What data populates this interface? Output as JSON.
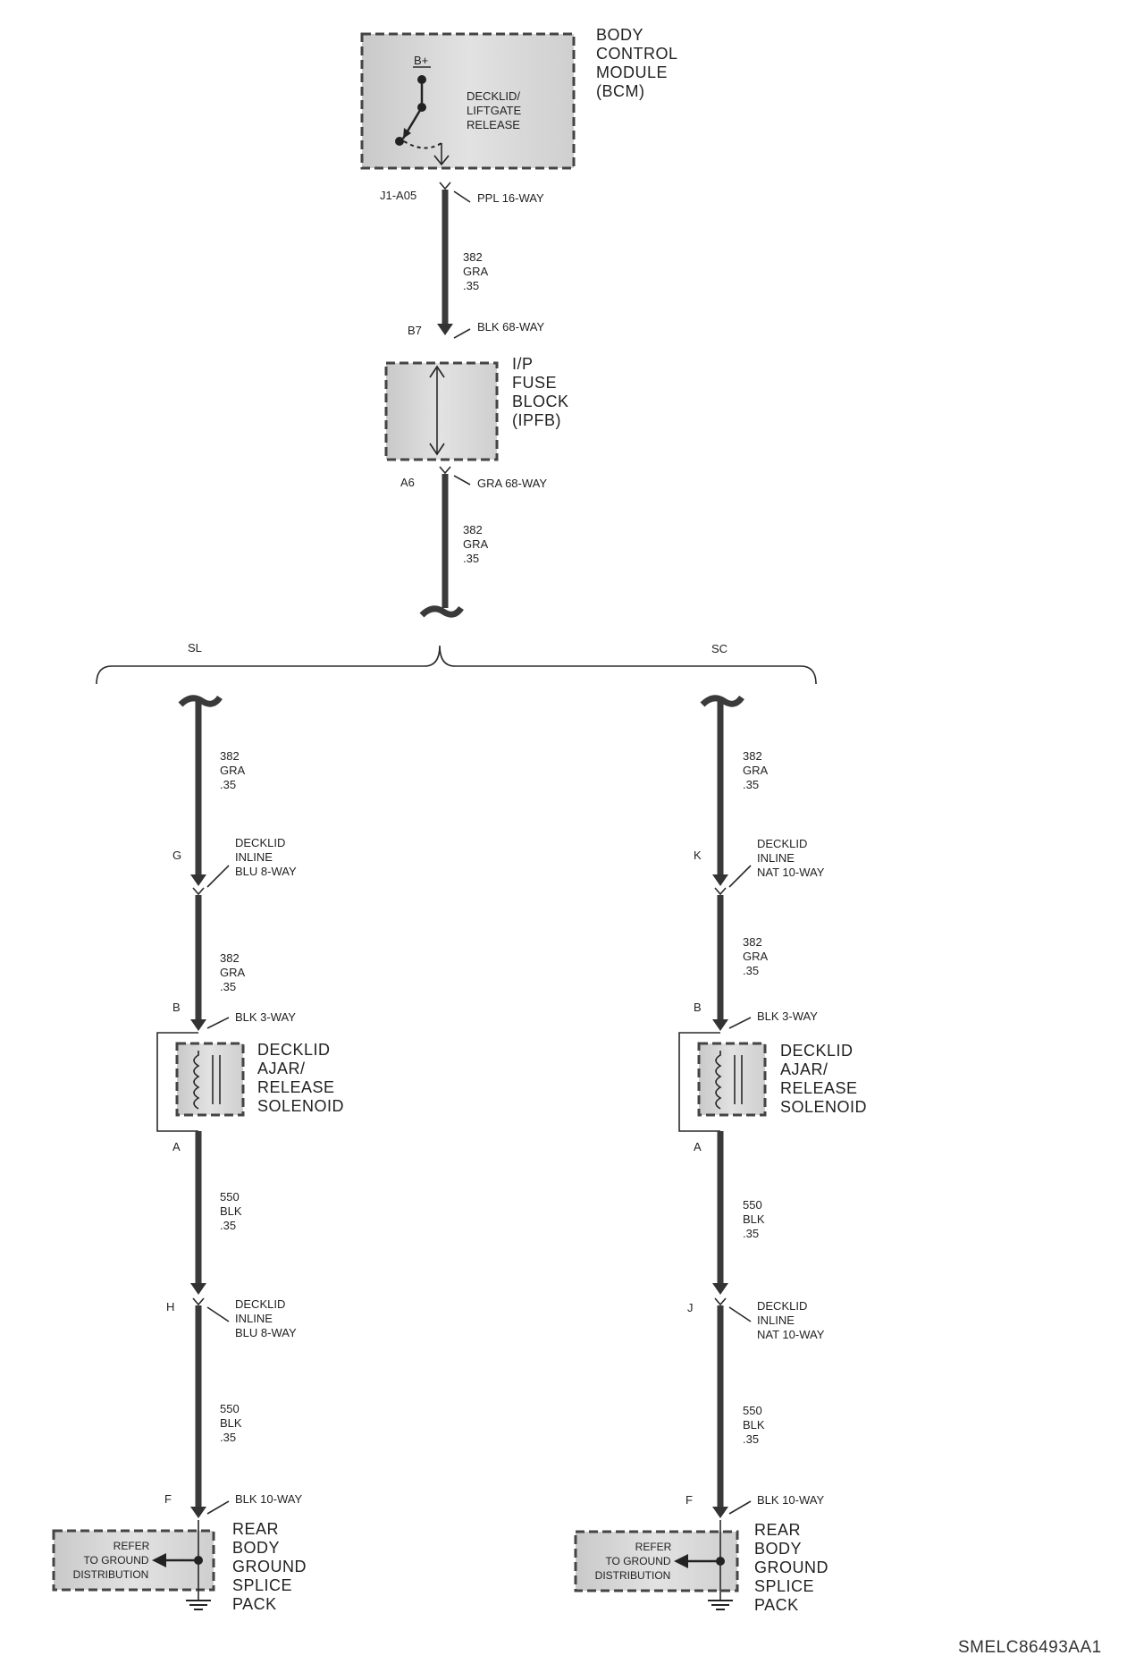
{
  "bcm": {
    "title_lines": [
      "BODY",
      "CONTROL",
      "MODULE",
      "(BCM)"
    ],
    "inner_lines": [
      "DECKLID/",
      "LIFTGATE",
      "RELEASE"
    ],
    "bplus": "B+",
    "pin": "J1-A05",
    "connector": "PPL 16-WAY"
  },
  "wire_top": [
    "382",
    "GRA",
    ".35"
  ],
  "ipfb": {
    "title_lines": [
      "I/P",
      "FUSE",
      "BLOCK",
      "(IPFB)"
    ],
    "pin_in": "B7",
    "connector_in": "BLK 68-WAY",
    "pin_out": "A6",
    "connector_out": "GRA 68-WAY"
  },
  "wire_mid": [
    "382",
    "GRA",
    ".35"
  ],
  "branches": [
    {
      "id": "SL",
      "label": "SL",
      "wire1": [
        "382",
        "GRA",
        ".35"
      ],
      "inline1_pin": "G",
      "inline1": [
        "DECKLID",
        "INLINE",
        "BLU 8-WAY"
      ],
      "wire2": [
        "382",
        "GRA",
        ".35"
      ],
      "sol_pin_b": "B",
      "sol_conn": "BLK 3-WAY",
      "solenoid": [
        "DECKLID",
        "AJAR/",
        "RELEASE",
        "SOLENOID"
      ],
      "sol_pin_a": "A",
      "wire3": [
        "550",
        "BLK",
        ".35"
      ],
      "inline2_pin": "H",
      "inline2": [
        "DECKLID",
        "INLINE",
        "BLU 8-WAY"
      ],
      "wire4": [
        "550",
        "BLK",
        ".35"
      ],
      "ground_pin": "F",
      "ground_conn": "BLK 10-WAY",
      "ground_ref": [
        "REFER",
        "TO GROUND",
        "DISTRIBUTION"
      ],
      "ground_title": [
        "REAR",
        "BODY",
        "GROUND",
        "SPLICE",
        "PACK"
      ]
    },
    {
      "id": "SC",
      "label": "SC",
      "wire1": [
        "382",
        "GRA",
        ".35"
      ],
      "inline1_pin": "K",
      "inline1": [
        "DECKLID",
        "INLINE",
        "NAT 10-WAY"
      ],
      "wire2": [
        "382",
        "GRA",
        ".35"
      ],
      "sol_pin_b": "B",
      "sol_conn": "BLK 3-WAY",
      "solenoid": [
        "DECKLID",
        "AJAR/",
        "RELEASE",
        "SOLENOID"
      ],
      "sol_pin_a": "A",
      "wire3": [
        "550",
        "BLK",
        ".35"
      ],
      "inline2_pin": "J",
      "inline2": [
        "DECKLID",
        "INLINE",
        "NAT 10-WAY"
      ],
      "wire4": [
        "550",
        "BLK",
        ".35"
      ],
      "ground_pin": "F",
      "ground_conn": "BLK 10-WAY",
      "ground_ref": [
        "REFER",
        "TO GROUND",
        "DISTRIBUTION"
      ],
      "ground_title": [
        "REAR",
        "BODY",
        "GROUND",
        "SPLICE",
        "PACK"
      ]
    }
  ],
  "figure_code": "SMELC86493AA1"
}
